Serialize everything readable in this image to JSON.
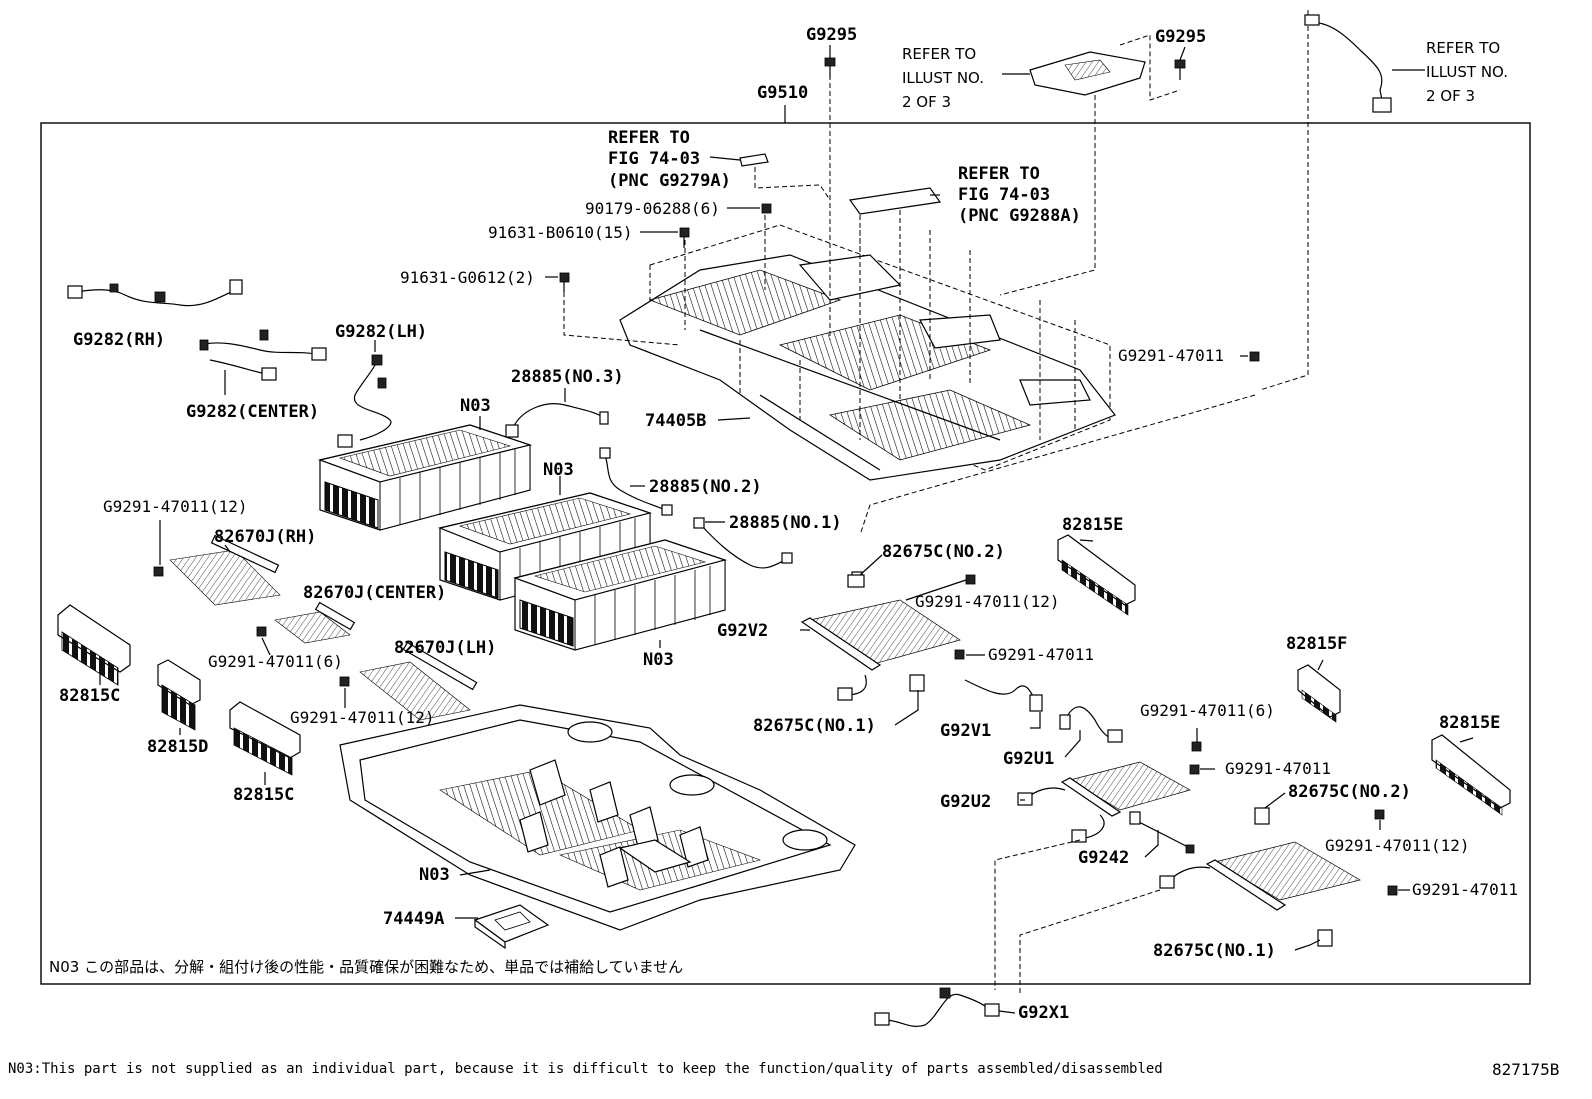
{
  "parts": {
    "g9295_a": "G9295",
    "g9295_b": "G9295",
    "g9510": "G9510",
    "refer_illust_a": [
      "REFER TO",
      "ILLUST NO.",
      "2 OF 3"
    ],
    "refer_illust_b": [
      "REFER TO",
      "ILLUST NO.",
      "2 OF 3"
    ],
    "refer_fig_a": [
      "REFER TO",
      "FIG 74-03",
      "(PNC G9279A)"
    ],
    "refer_fig_b": [
      "REFER TO",
      "FIG 74-03",
      "(PNC G9288A)"
    ],
    "p90179": "90179-06288(6)",
    "p91631_b": "91631-B0610(15)",
    "p91631_g": "91631-G0612(2)",
    "g9282_rh": "G9282(RH)",
    "g9282_lh": "G9282(LH)",
    "g9282_center": "G9282(CENTER)",
    "p28885_3": "28885(NO.3)",
    "p28885_2": "28885(NO.2)",
    "p28885_1": "28885(NO.1)",
    "n03_a": "N03",
    "n03_b": "N03",
    "n03_c": "N03",
    "n03_d": "N03",
    "p74405b": "74405B",
    "g9291_top": "G9291-47011",
    "g9291_12a": "G9291-47011(12)",
    "p82670j_rh": "82670J(RH)",
    "p82670j_center": "82670J(CENTER)",
    "p82670j_lh": "82670J(LH)",
    "g9291_6a": "G9291-47011(6)",
    "g9291_12b": "G9291-47011(12)",
    "p82815c_a": "82815C",
    "p82815d": "82815D",
    "p82815c_b": "82815C",
    "p82675c_no2_a": "82675C(NO.2)",
    "p82675c_no1_a": "82675C(NO.1)",
    "g9291_12c": "G9291-47011(12)",
    "g9291_mid": "G9291-47011",
    "g92v2": "G92V2",
    "g92v1": "G92V1",
    "g92u1": "G92U1",
    "g92u2": "G92U2",
    "p82815e_a": "82815E",
    "p82815f": "82815F",
    "p82815e_b": "82815E",
    "g9291_6b": "G9291-47011(6)",
    "g9291_right": "G9291-47011",
    "p82675c_no2_b": "82675C(NO.2)",
    "g9291_12d": "G9291-47011(12)",
    "g9291_far": "G9291-47011",
    "g9242": "G9242",
    "p82675c_no1_b": "82675C(NO.1)",
    "p74449a": "74449A",
    "g92x1": "G92X1"
  },
  "notes": {
    "jp_note": "N03 この部品は、分解・組付け後の性能・品質確保が困難なため、単品では補給していません",
    "en_note": "N03:This part is not supplied as an individual part, because it is difficult to keep the function/quality of parts assembled/disassembled",
    "illustration_number": "827175B"
  }
}
